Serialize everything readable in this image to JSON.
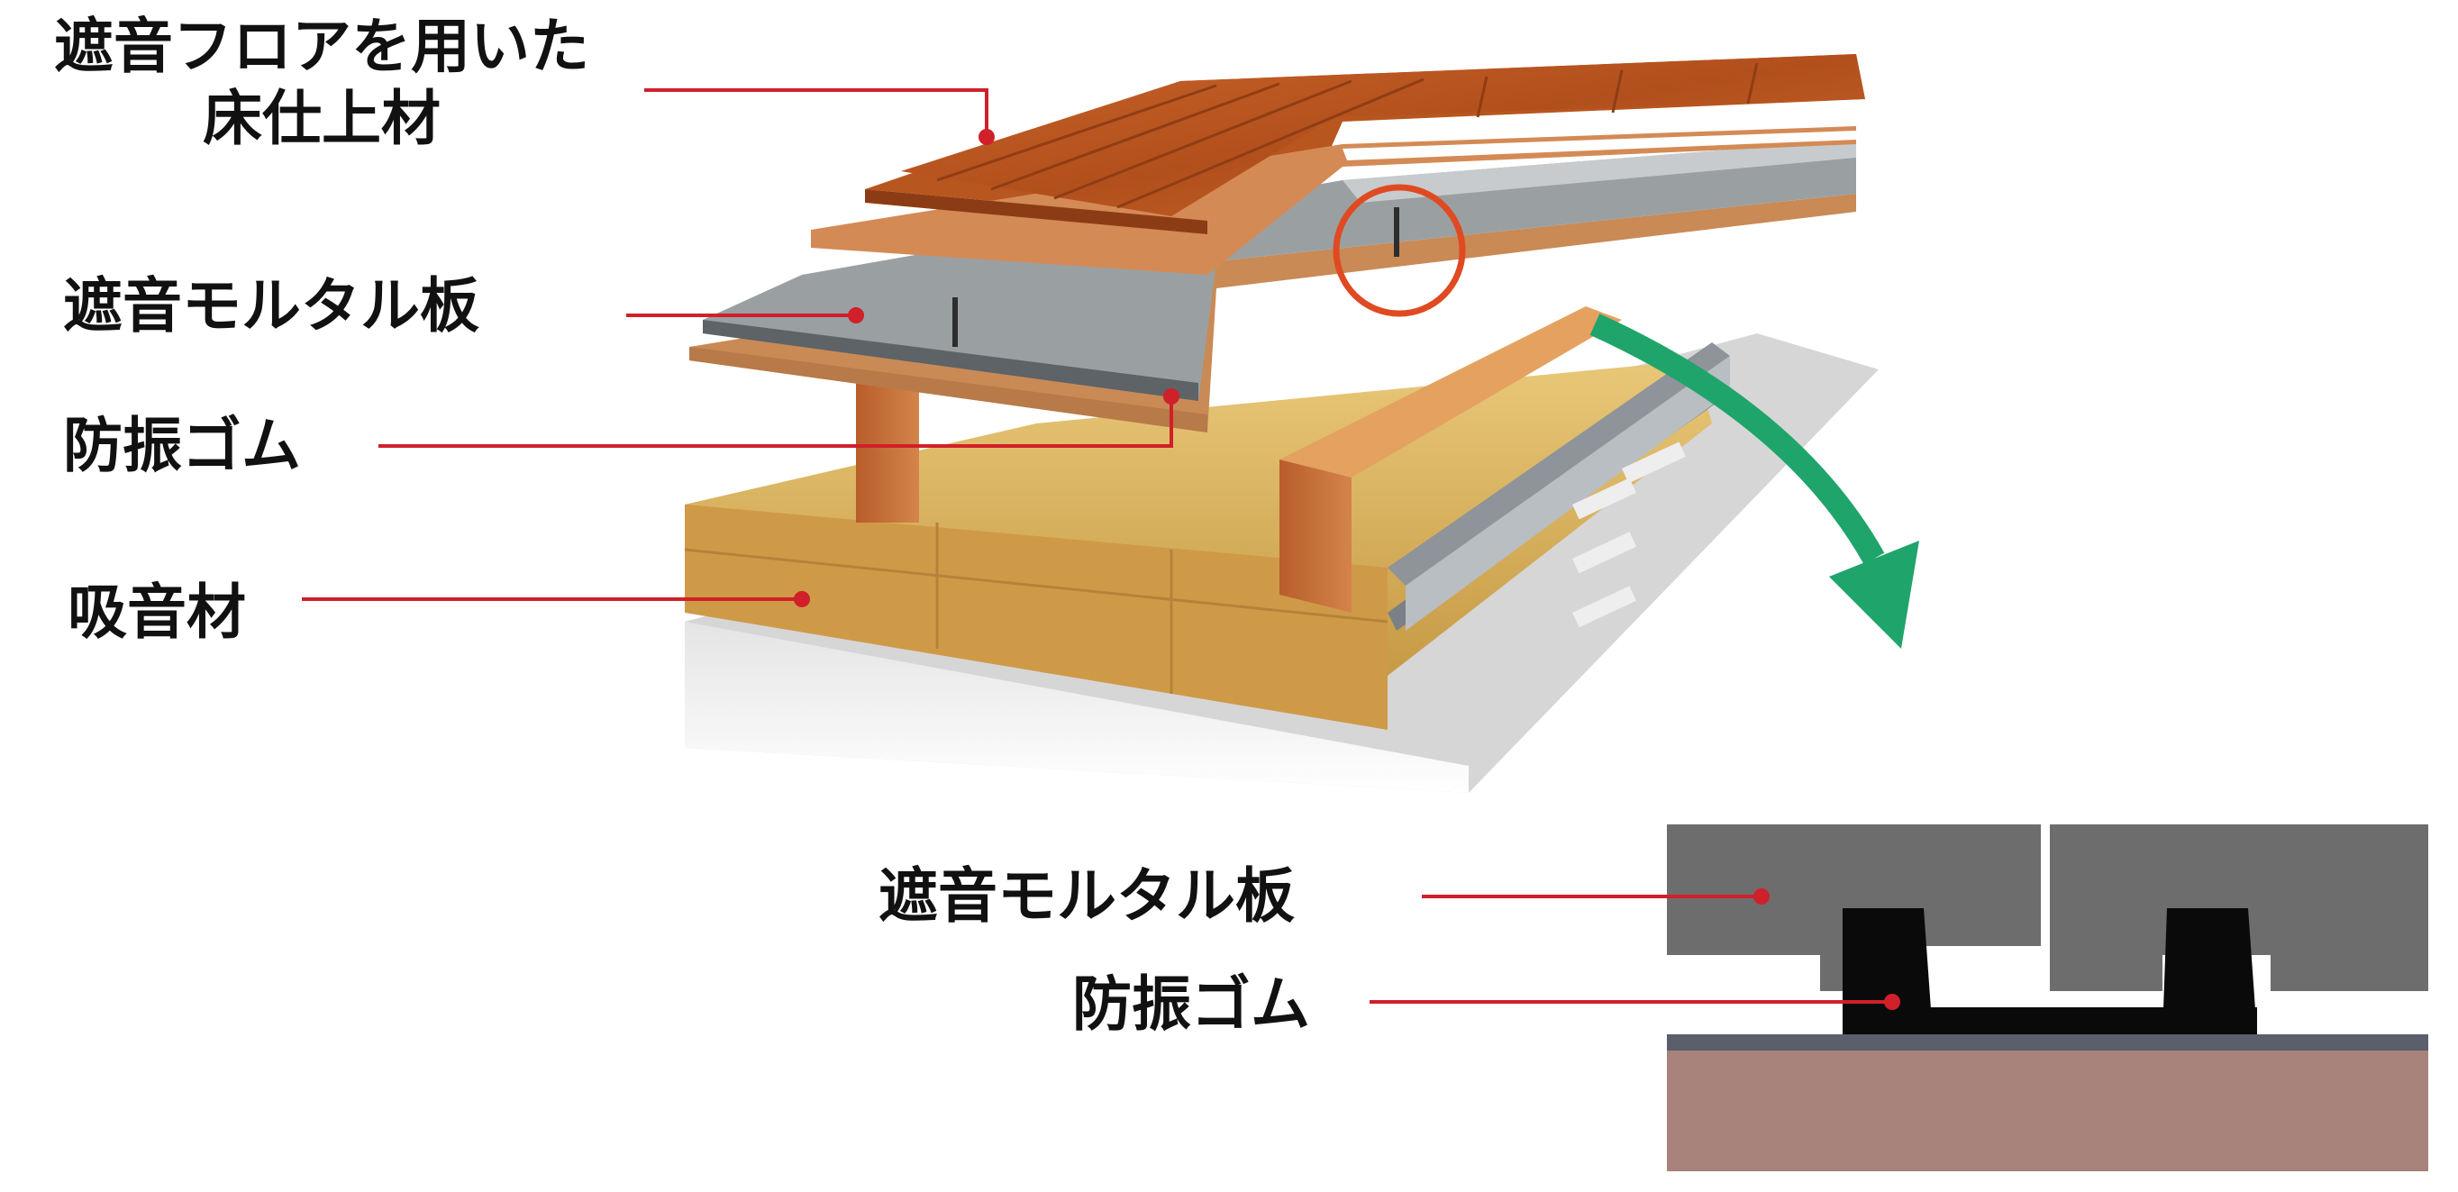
{
  "labels": {
    "floor_finish_line1": "遮音フロアを用いた",
    "floor_finish_line2": "床仕上材",
    "mortar_board": "遮音モルタル板",
    "rubber": "防振ゴム",
    "absorber": "吸音材",
    "detail_mortar_board": "遮音モルタル板",
    "detail_rubber": "防振ゴム"
  },
  "colors": {
    "leader": "#d0202a",
    "wood_floor": "#b5531e",
    "mortar": "#9aa0a2",
    "insulation": "#d9b25c",
    "joist": "#c8703a",
    "arrow": "#1fa56b",
    "detail_board": "#6d6d6d",
    "detail_rubber": "#0a0a0a",
    "detail_slab": "#a8837b",
    "detail_membrane": "#5b5e6b"
  }
}
